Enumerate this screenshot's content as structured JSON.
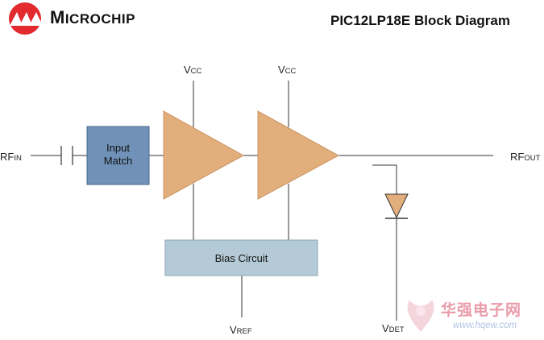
{
  "header": {
    "brand_first": "M",
    "brand_rest": "ICROCHIP",
    "title": "PIC12LP18E Block Diagram"
  },
  "diagram": {
    "rf_in": {
      "main": "RF",
      "sub": "IN"
    },
    "rf_out": {
      "main": "RF",
      "sub": "OUT"
    },
    "vcc_1": {
      "main": "V",
      "sub": "CC"
    },
    "vcc_2": {
      "main": "V",
      "sub": "CC"
    },
    "vref": {
      "main": "V",
      "sub": "REF"
    },
    "vdet": {
      "main": "V",
      "sub": "DET"
    },
    "input_match": {
      "line1": "Input",
      "line2": "Match"
    },
    "bias_circuit": "Bias Circuit",
    "colors": {
      "amplifier_fill": "#e2ae7c",
      "input_match_fill": "#7092b8",
      "bias_fill": "#b4cbd7",
      "wire": "#333333",
      "logo_red": "#e32a2f"
    }
  },
  "watermark": {
    "chinese": "华强电子网",
    "url": "www.hqew.com"
  }
}
